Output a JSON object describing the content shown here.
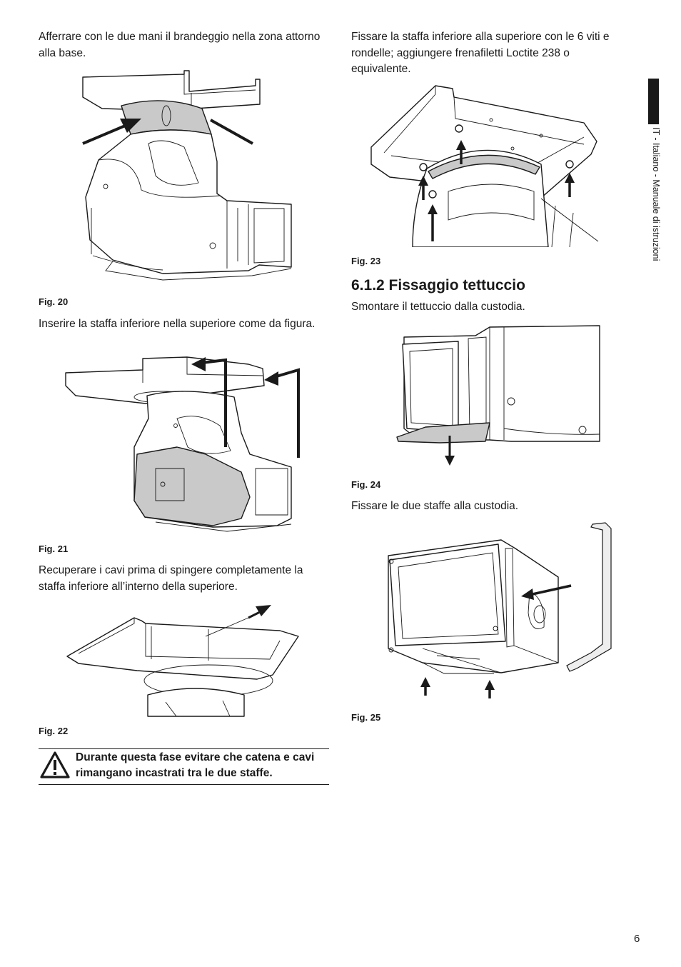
{
  "left_column": {
    "para1": "Afferrare con le due mani il brandeggio nella zona attorno alla base.",
    "fig20": "Fig. 20",
    "para2": "Inserire la staffa inferiore nella superiore come da figura.",
    "fig21": "Fig. 21",
    "para3": "Recuperare i cavi prima di spingere completamente la staffa inferiore all’interno della superiore.",
    "fig22": "Fig. 22",
    "warning": {
      "icon": "warning-triangle-icon",
      "text": "Durante questa fase evitare che catena e cavi rimangano incastrati tra le due staffe."
    }
  },
  "right_column": {
    "para1": "Fissare la staffa inferiore alla superiore con le 6 viti e rondelle; aggiungere frenafiletti Loctite 238 o equivalente.",
    "fig23": "Fig. 23",
    "section_heading": "6.1.2  Fissaggio tettuccio",
    "para2": "Smontare il tettuccio dalla custodia.",
    "fig24": "Fig. 24",
    "para3": "Fissare le due staffe alla custodia.",
    "fig25": "Fig. 25"
  },
  "side_tab": {
    "label": "IT - Italiano - Manuale di istruzioni"
  },
  "page_number": "6"
}
